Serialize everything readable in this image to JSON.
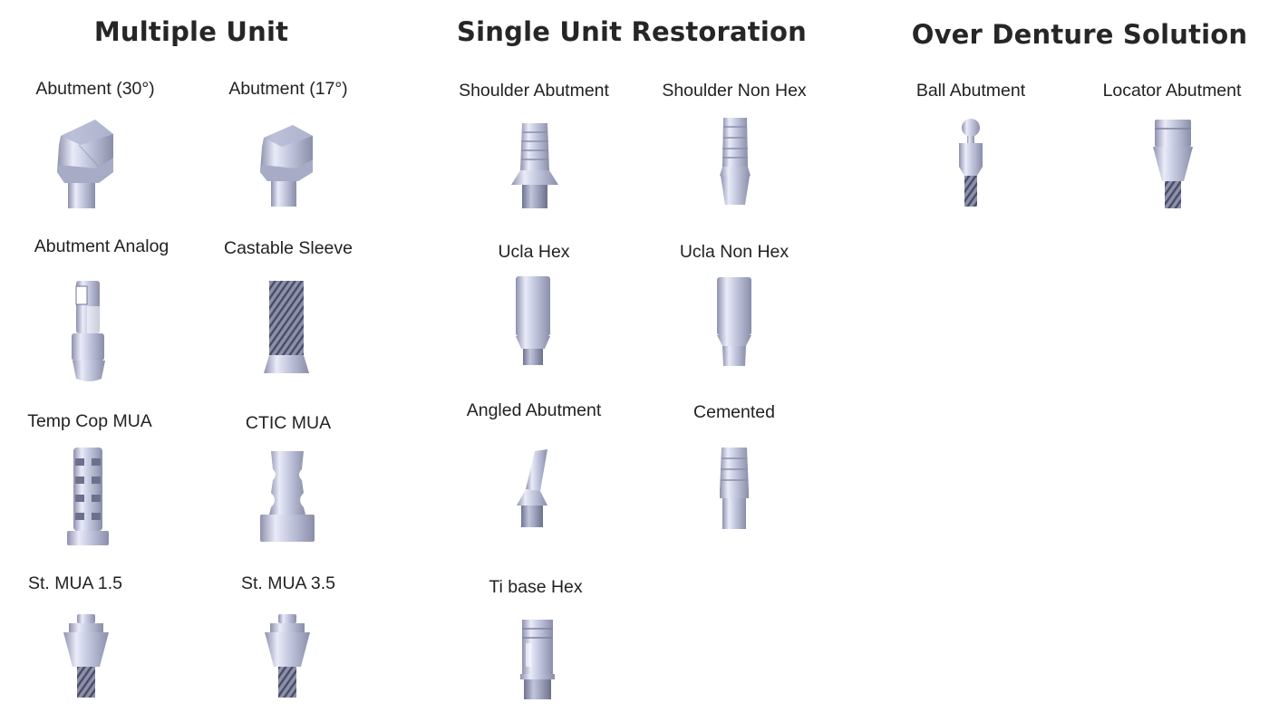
{
  "sections": [
    {
      "title": "Multiple Unit"
    },
    {
      "title": "Single Unit Restoration"
    },
    {
      "title": "Over Denture Solution"
    }
  ],
  "products": [
    {
      "label": "Abutment (30°)",
      "icon": "angled-abutment-30-icon"
    },
    {
      "label": "Abutment (17°)",
      "icon": "angled-abutment-17-icon"
    },
    {
      "label": "Abutment Analog",
      "icon": "abutment-analog-icon"
    },
    {
      "label": "Castable Sleeve",
      "icon": "castable-sleeve-icon"
    },
    {
      "label": "Temp Cop MUA",
      "icon": "temp-cop-mua-icon"
    },
    {
      "label": "CTIC MUA",
      "icon": "ctic-mua-icon"
    },
    {
      "label": "St. MUA 1.5",
      "icon": "straight-mua-icon"
    },
    {
      "label": "St. MUA 3.5",
      "icon": "straight-mua-icon"
    },
    {
      "label": "Shoulder Abutment",
      "icon": "shoulder-abutment-icon"
    },
    {
      "label": "Shoulder Non Hex",
      "icon": "shoulder-non-hex-icon"
    },
    {
      "label": "Ucla Hex",
      "icon": "ucla-hex-icon"
    },
    {
      "label": "Ucla Non Hex",
      "icon": "ucla-non-hex-icon"
    },
    {
      "label": "Angled Abutment",
      "icon": "angled-abutment-icon"
    },
    {
      "label": "Cemented",
      "icon": "cemented-abutment-icon"
    },
    {
      "label": "Ti base Hex",
      "icon": "ti-base-hex-icon"
    },
    {
      "label": "Ball Abutment",
      "icon": "ball-abutment-icon"
    },
    {
      "label": "Locator Abutment",
      "icon": "locator-abutment-icon"
    }
  ],
  "colors": {
    "metal_light": "#e8eaf7",
    "metal_mid": "#b4b8d2",
    "metal_dark": "#7e82a0"
  }
}
